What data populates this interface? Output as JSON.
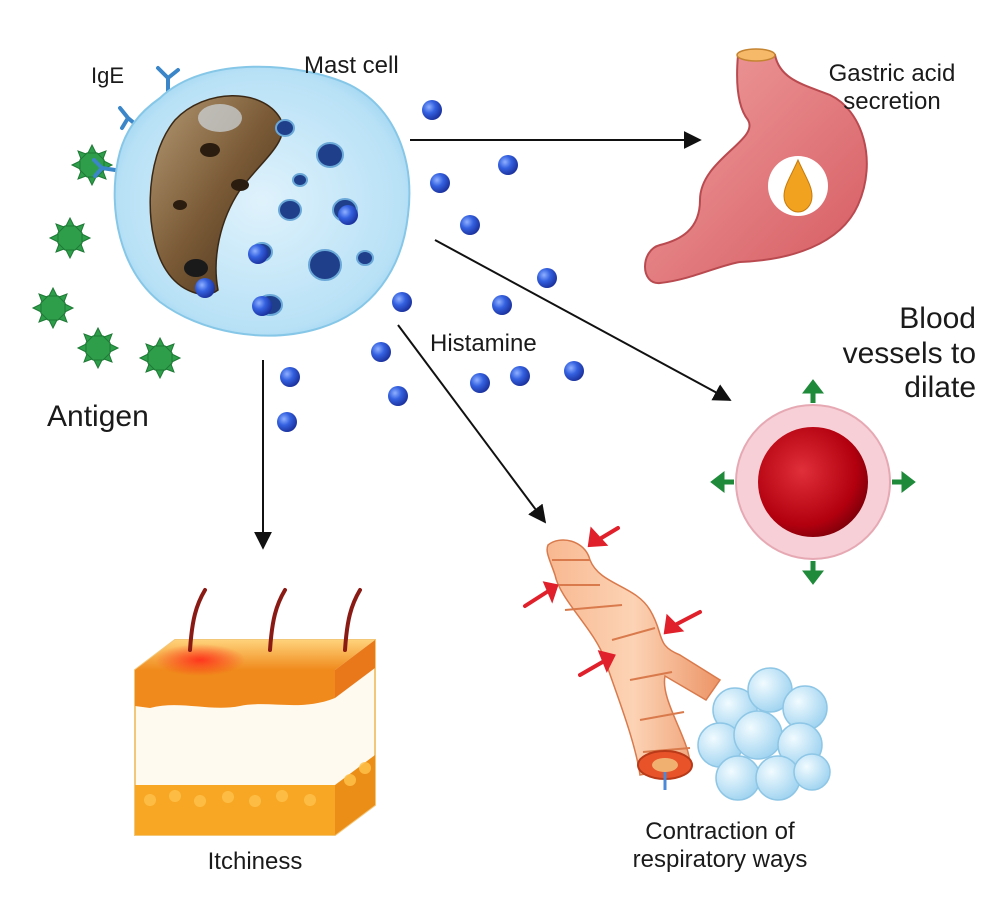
{
  "labels": {
    "ige": "IgE",
    "mast_cell": "Mast cell",
    "antigen": "Antigen",
    "histamine": "Histamine",
    "gastric_line1": "Gastric acid",
    "gastric_line2": "secretion",
    "blood_line1": "Blood",
    "blood_line2": "vessels to",
    "blood_line3": "dilate",
    "itchiness": "Itchiness",
    "contraction_line1": "Contraction of",
    "contraction_line2": "respiratory ways"
  },
  "icons": {
    "mast_cell": "mast-cell-icon",
    "antigen": "antigen-particle-icon",
    "histamine": "histamine-dot-icon",
    "stomach": "stomach-icon",
    "blood_vessel": "blood-vessel-icon",
    "skin": "skin-layer-icon",
    "airways": "airway-lungs-icon"
  },
  "colors": {
    "histamine": "#2f55d4",
    "antigen": "#2e9e4a",
    "mast_cell_cytoplasm": "#bfe4f7",
    "nucleus": "#7a5a36",
    "stomach": "#e0787a",
    "vessel_lumen": "#b3000f",
    "vessel_wall": "#f7cfd6",
    "skin_top": "#f39a2c",
    "airway": "#f6a878",
    "alveoli": "#bfe3f7",
    "arrow": "#111111",
    "dilate_arrow": "#1e8a3a",
    "contract_arrow": "#e0202a"
  }
}
